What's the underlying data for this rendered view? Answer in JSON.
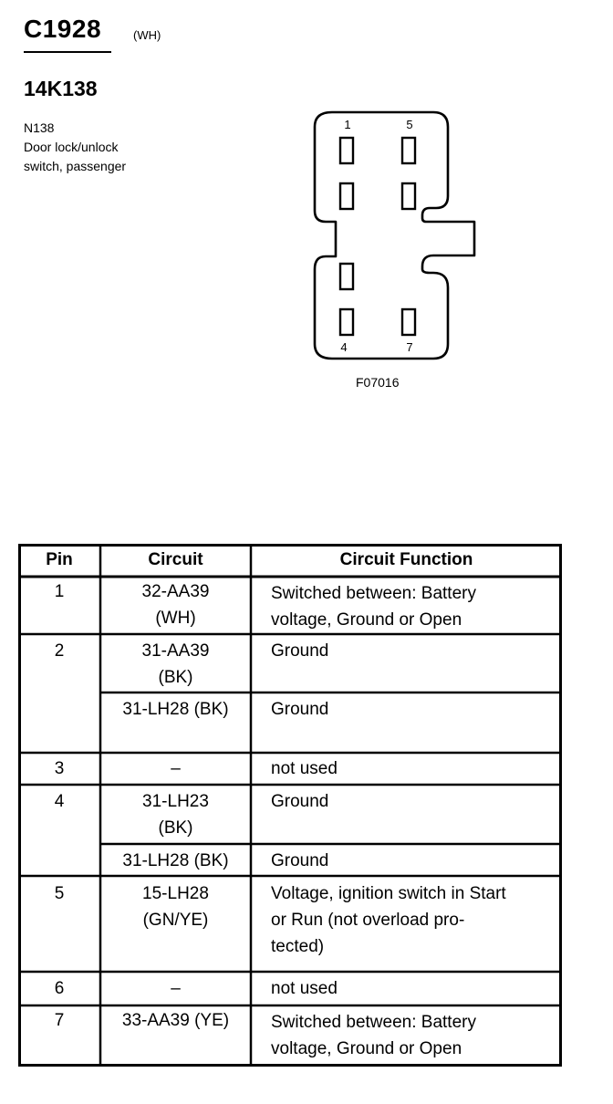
{
  "connector": {
    "id": "C1928",
    "color": "(WH)",
    "part_number": "14K138",
    "description_lines": [
      "N138",
      "Door lock/unlock",
      "switch, passenger"
    ]
  },
  "diagram": {
    "pin_labels_top": [
      "1",
      "5"
    ],
    "pin_labels_bottom": [
      "4",
      "7"
    ],
    "figure_code": "F07016"
  },
  "table": {
    "headers": [
      "Pin",
      "Circuit",
      "Circuit Function"
    ],
    "rows": [
      {
        "pin": "1",
        "circuit": [
          "32-AA39",
          "(WH)"
        ],
        "function": [
          "Switched between: Battery",
          "voltage, Ground or Open"
        ]
      },
      {
        "pin": "2",
        "circuit": [
          "31-AA39",
          "(BK)"
        ],
        "function": [
          "Ground"
        ]
      },
      {
        "pin": "",
        "circuit": [
          "31-LH28 (BK)"
        ],
        "function": [
          "Ground"
        ]
      },
      {
        "pin": "3",
        "circuit": [
          "–"
        ],
        "function": [
          "not used"
        ]
      },
      {
        "pin": "4",
        "circuit": [
          "31-LH23",
          "(BK)"
        ],
        "function": [
          "Ground"
        ]
      },
      {
        "pin": "",
        "circuit": [
          "31-LH28 (BK)"
        ],
        "function": [
          "Ground"
        ]
      },
      {
        "pin": "5",
        "circuit": [
          "15-LH28",
          "(GN/YE)"
        ],
        "function": [
          "Voltage, ignition switch in Start",
          "or Run (not overload pro-",
          "tected)"
        ]
      },
      {
        "pin": "6",
        "circuit": [
          "–"
        ],
        "function": [
          "not used"
        ]
      },
      {
        "pin": "7",
        "circuit": [
          "33-AA39 (YE)"
        ],
        "function": [
          "Switched between: Battery",
          "voltage, Ground or Open"
        ]
      }
    ]
  }
}
